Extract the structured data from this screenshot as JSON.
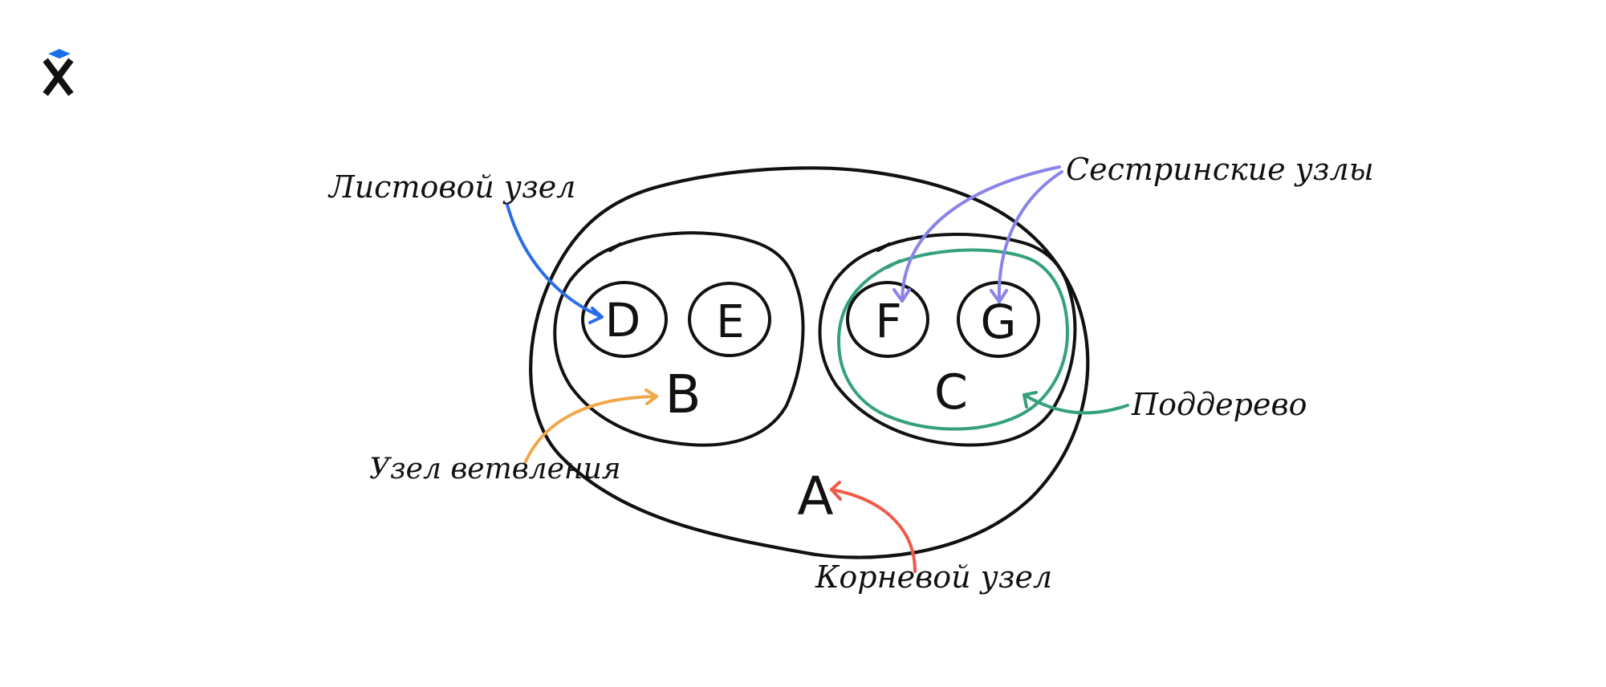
{
  "logo": {
    "icon": "x-logo-icon",
    "accent_color": "#1a6fe8",
    "mark_color": "#111111"
  },
  "diagram": {
    "nodes": {
      "a": "A",
      "b": "B",
      "c": "C",
      "d": "D",
      "e": "E",
      "f": "F",
      "g": "G"
    },
    "labels": {
      "leaf_node": "Листовой узел",
      "sibling_nodes": "Сестринские узлы",
      "branch_node": "Узел ветвления",
      "subtree": "Поддерево",
      "root_node": "Корневой узел"
    },
    "colors": {
      "outline": "#111111",
      "leaf_arrow": "#2a6de8",
      "sibling_arrow": "#8a84e8",
      "branch_arrow": "#f0a84a",
      "subtree_arrow": "#35a07f",
      "root_arrow": "#f05a4a"
    }
  }
}
